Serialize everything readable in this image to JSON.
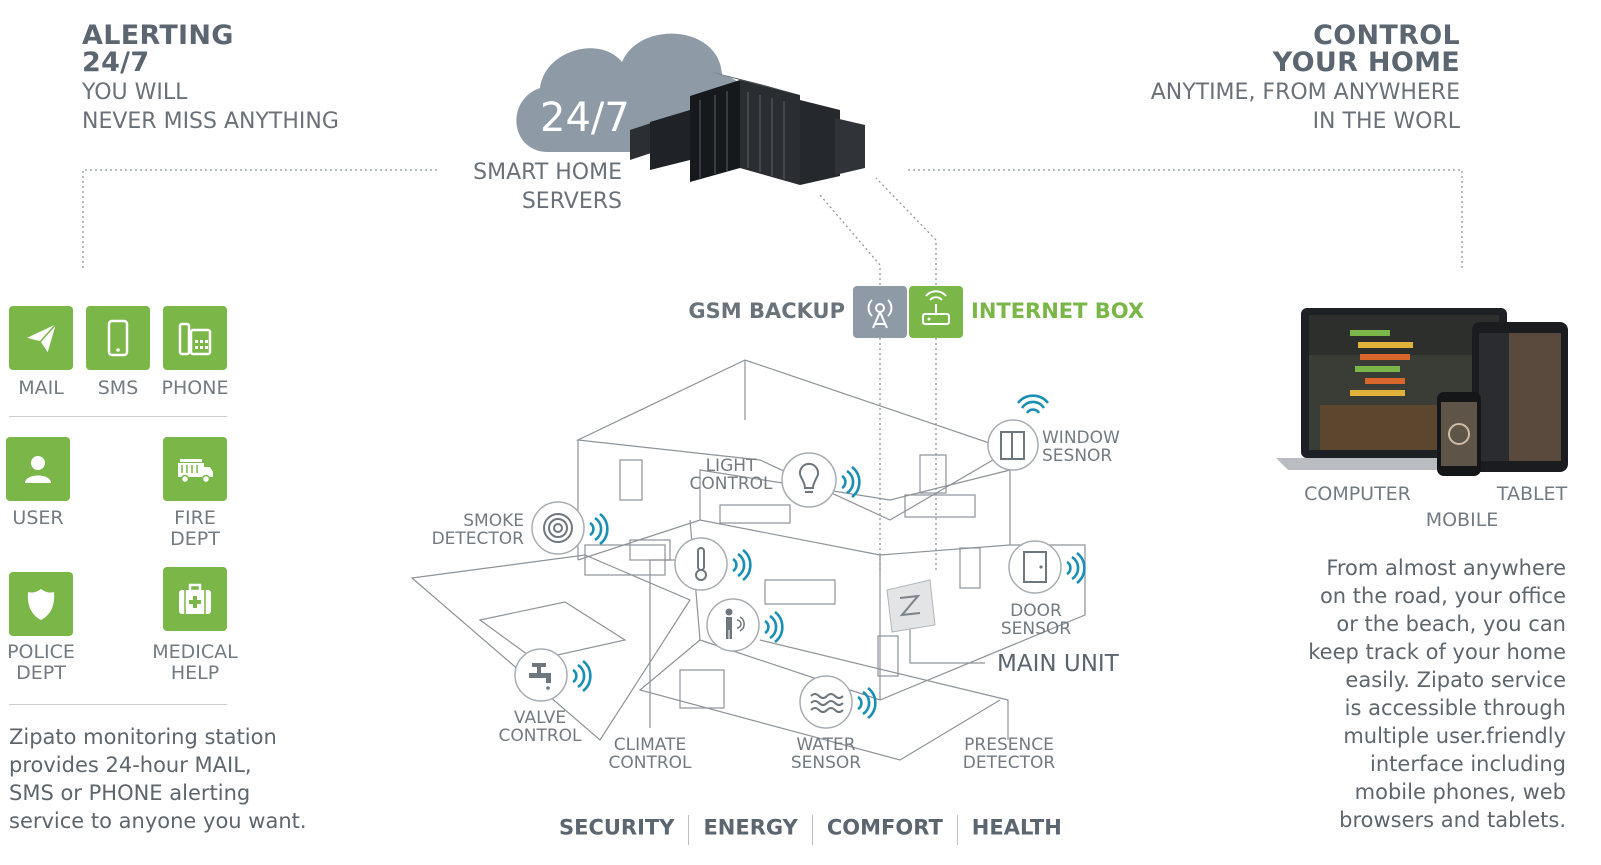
{
  "left": {
    "heading": [
      "ALERTING",
      "24/7"
    ],
    "subheading": [
      "YOU WILL",
      "NEVER MISS ANYTHING"
    ],
    "tiles": {
      "mail": "MAIL",
      "sms": "SMS",
      "phone": "PHONE",
      "user": "USER",
      "fire": [
        "FIRE",
        "DEPT"
      ],
      "police": [
        "POLICE",
        "DEPT"
      ],
      "medical": [
        "MEDICAL",
        "HELP"
      ]
    },
    "description": [
      "Zipato monitoring station",
      "provides 24-hour MAIL,",
      "SMS or PHONE alerting",
      "service to anyone you want."
    ]
  },
  "center": {
    "cloud_text": "24/7",
    "servers_label": [
      "SMART HOME",
      "SERVERS"
    ],
    "gsm_label": "GSM BACKUP",
    "internet_label": "INTERNET BOX",
    "house_labels": {
      "light": [
        "LIGHT",
        "CONTROL"
      ],
      "window": [
        "WINDOW",
        "SESNOR"
      ],
      "smoke": [
        "SMOKE",
        "DETECTOR"
      ],
      "door": [
        "DOOR",
        "SENSOR"
      ],
      "main_unit": "MAIN UNIT",
      "valve": [
        "VALVE",
        "CONTROL"
      ],
      "climate": [
        "CLIMATE",
        "CONTROL"
      ],
      "water": [
        "WATER",
        "SENSOR"
      ],
      "presence": [
        "PRESENCE",
        "DETECTOR"
      ]
    },
    "footer": [
      "SECURITY",
      "ENERGY",
      "COMFORT",
      "HEALTH"
    ]
  },
  "right": {
    "heading": [
      "CONTROL",
      "YOUR HOME"
    ],
    "subheading": [
      "ANYTIME, FROM ANYWHERE",
      "IN THE WORL"
    ],
    "device_labels": {
      "computer": "COMPUTER",
      "tablet": "TABLET",
      "mobile": "MOBILE"
    },
    "description": [
      "From almost anywhere",
      "on the road, your office",
      "or the beach, you can",
      "keep track of your home",
      "easily. Zipato service",
      "is accessible through",
      "multiple user.friendly",
      "interface including",
      "mobile phones, web",
      "browsers and tablets."
    ]
  },
  "colors": {
    "accent_green": "#7ab648",
    "wave_blue": "#1a8fb5",
    "gsm_gray": "#8e9aa6",
    "cloud_gray": "#8e9aa6",
    "text_gray": "#6a7178",
    "line_gray": "#9aa0a6"
  },
  "icons": [
    "paper-plane-icon",
    "smartphone-icon",
    "desk-phone-icon",
    "user-icon",
    "fire-truck-icon",
    "police-badge-icon",
    "medical-kit-icon",
    "antenna-icon",
    "router-icon",
    "bulb-icon",
    "window-icon",
    "smoke-detector-icon",
    "thermometer-icon",
    "person-motion-icon",
    "door-icon",
    "faucet-icon",
    "water-waves-icon",
    "server-rack-icon",
    "cloud-icon",
    "laptop-icon",
    "tablet-icon",
    "phone-icon"
  ]
}
